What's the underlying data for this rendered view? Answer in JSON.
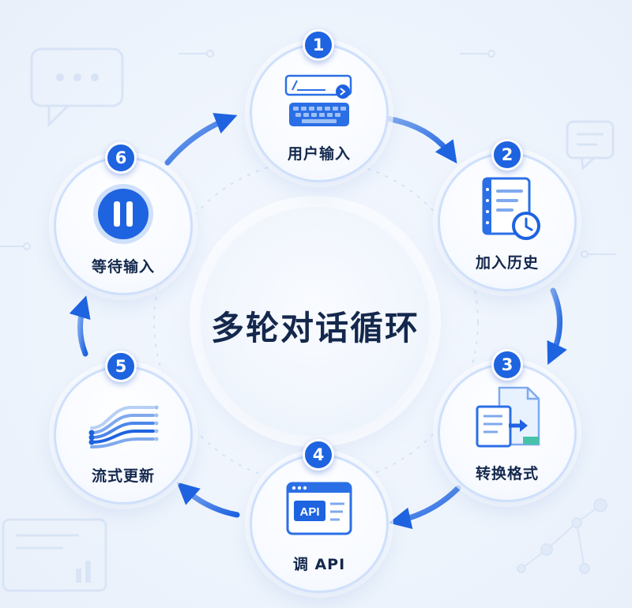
{
  "title": "多轮对话循环",
  "colors": {
    "accent": "#1e63e0",
    "text": "#14284d",
    "ring": "#cfe0fb"
  },
  "steps": [
    {
      "number": "1",
      "label": "用户输入",
      "icon": "keyboard-icon"
    },
    {
      "number": "2",
      "label": "加入历史",
      "icon": "history-notebook-icon"
    },
    {
      "number": "3",
      "label": "转换格式",
      "icon": "convert-document-icon"
    },
    {
      "number": "4",
      "label": "调 API",
      "icon": "api-window-icon",
      "icon_text": "API"
    },
    {
      "number": "5",
      "label": "流式更新",
      "icon": "stream-lines-icon"
    },
    {
      "number": "6",
      "label": "等待输入",
      "icon": "pause-icon"
    }
  ]
}
